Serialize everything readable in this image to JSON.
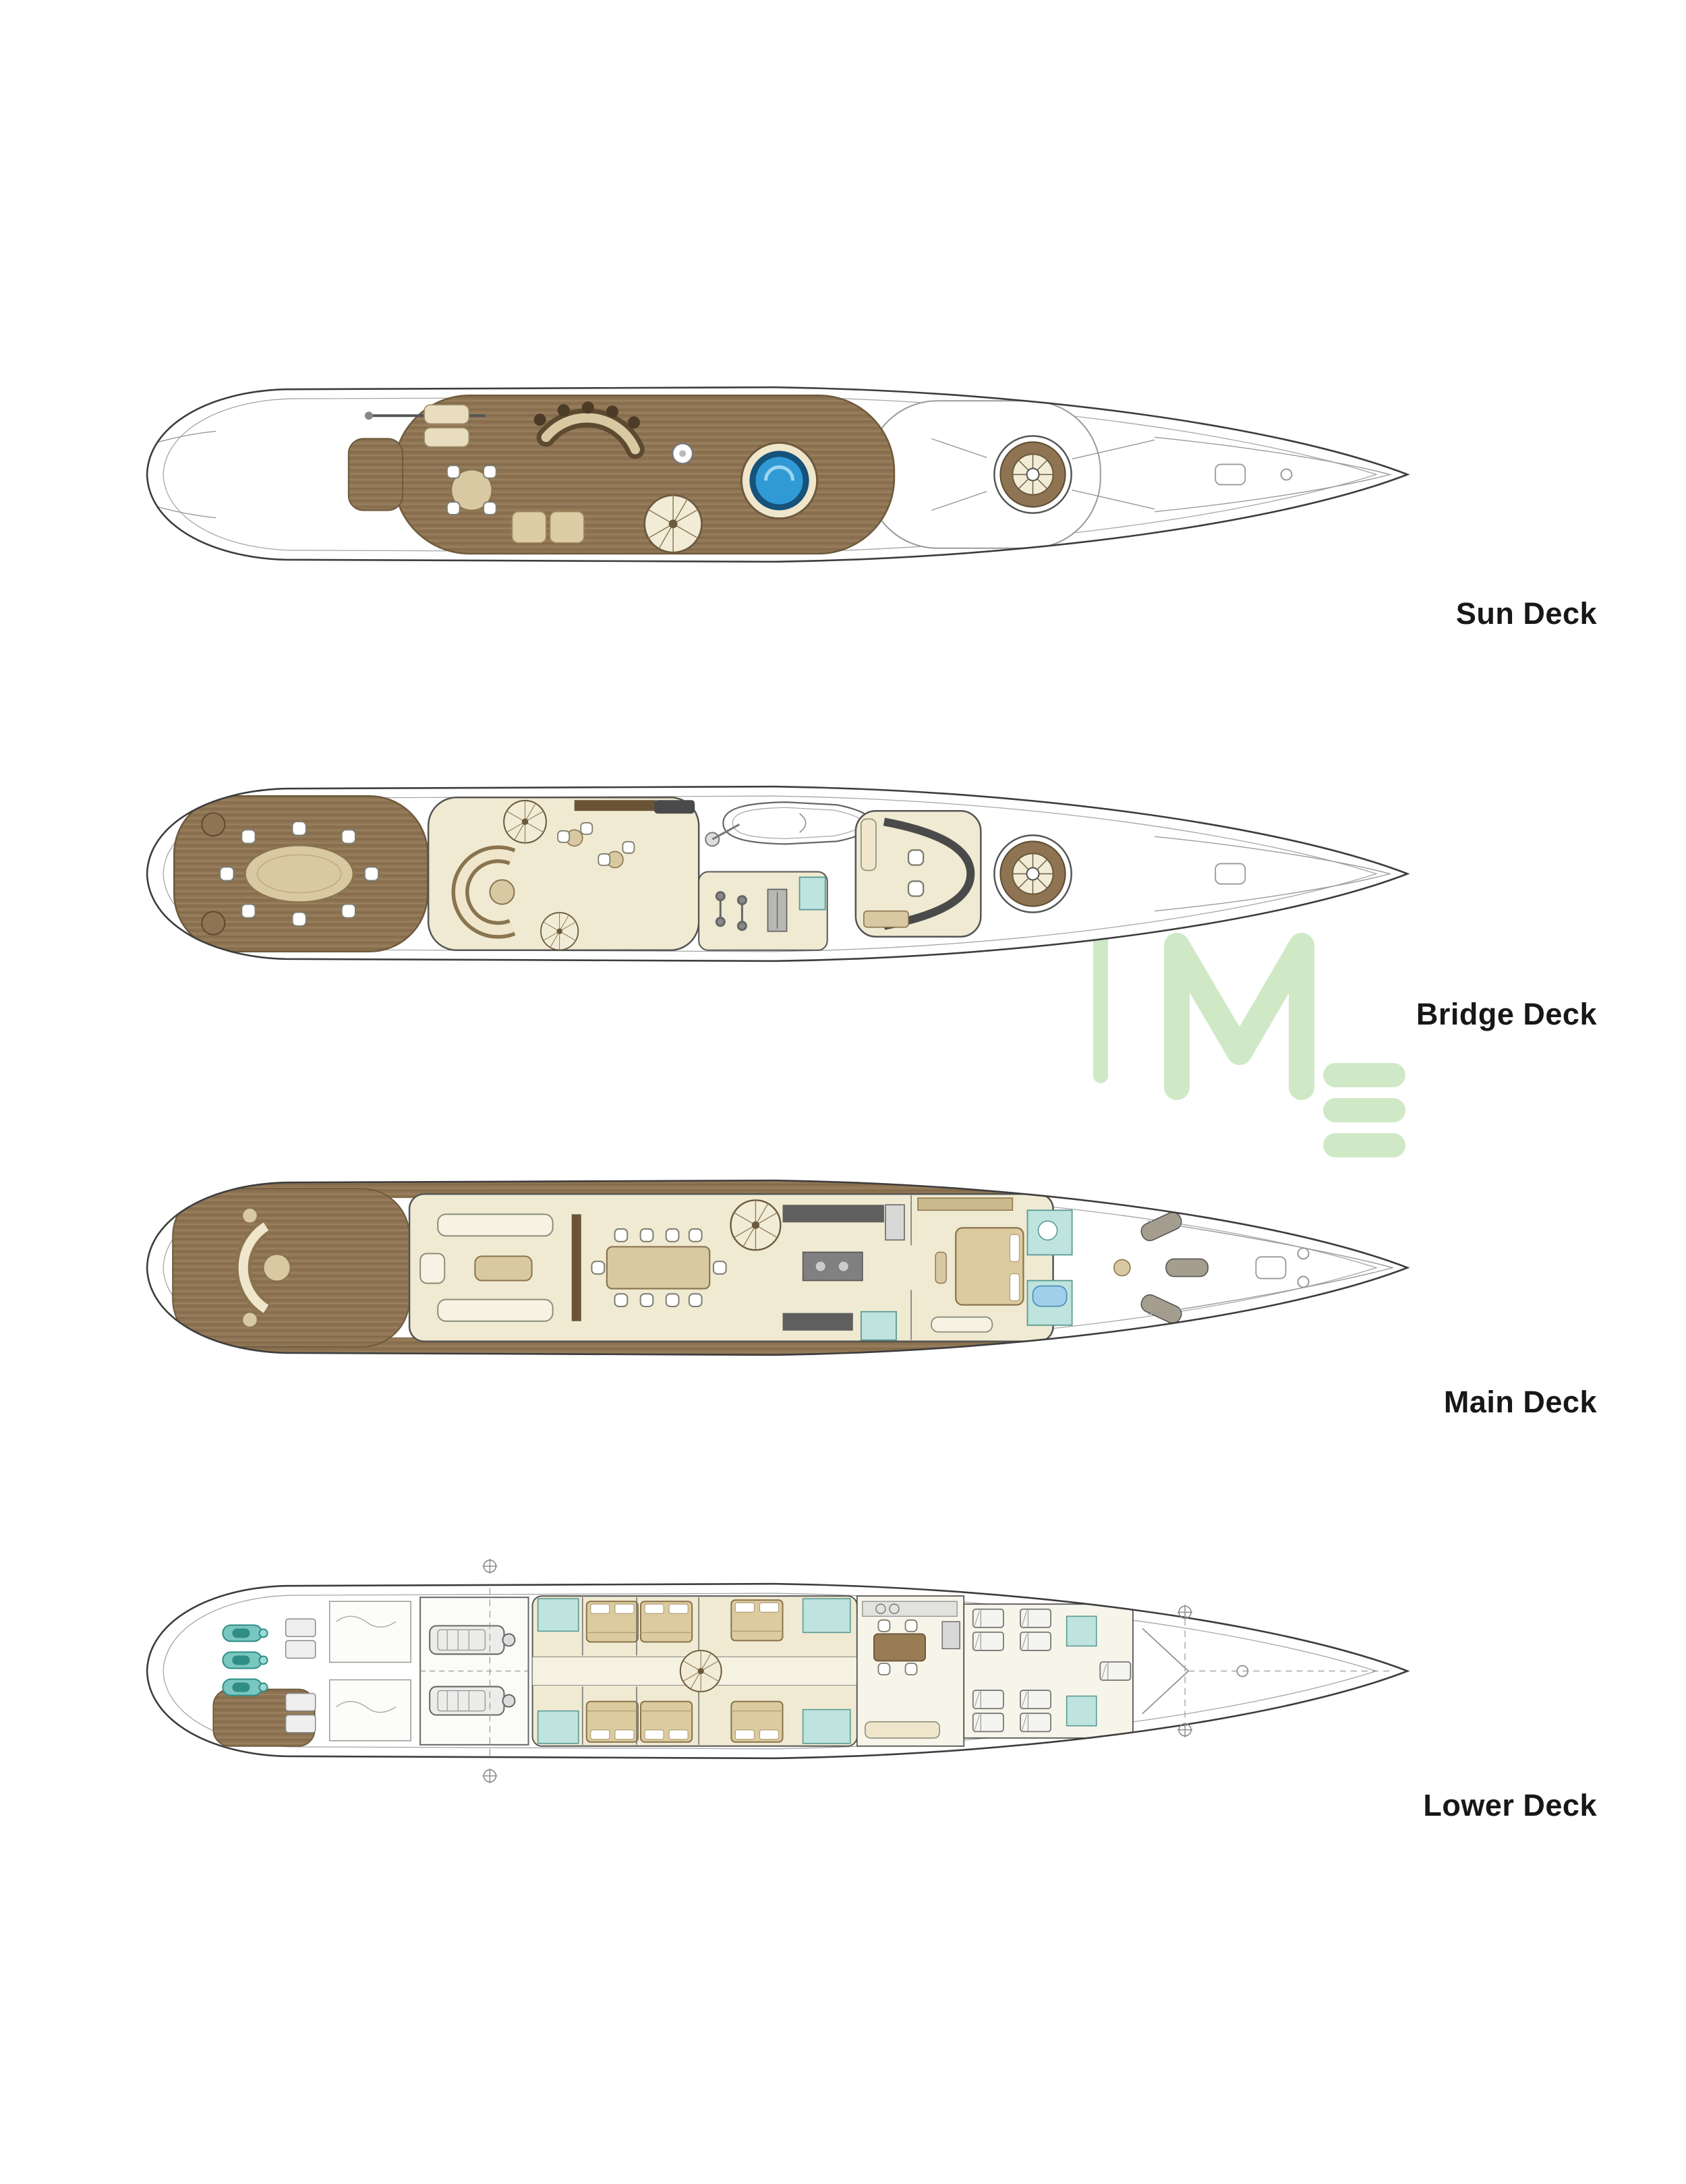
{
  "page": {
    "background": "#ffffff"
  },
  "watermark": {
    "letters": "IME",
    "color": "#cfe9c6"
  },
  "decks": [
    {
      "id": "sun",
      "label": "Sun Deck"
    },
    {
      "id": "bridge",
      "label": "Bridge Deck"
    },
    {
      "id": "main",
      "label": "Main Deck"
    },
    {
      "id": "lower",
      "label": "Lower Deck"
    }
  ],
  "palette": {
    "hull_outline": "#3d3d3d",
    "teak_deck": "#8e7453",
    "interior_floor": "#f0ead2",
    "furniture_tan": "#d9c9a3",
    "counter_gray": "#5f5f5f",
    "bath_teal": "#bfe3df",
    "pool_blue": "#2f9ad6",
    "jetski_teal": "#79c7c0",
    "label_text": "#171717"
  }
}
